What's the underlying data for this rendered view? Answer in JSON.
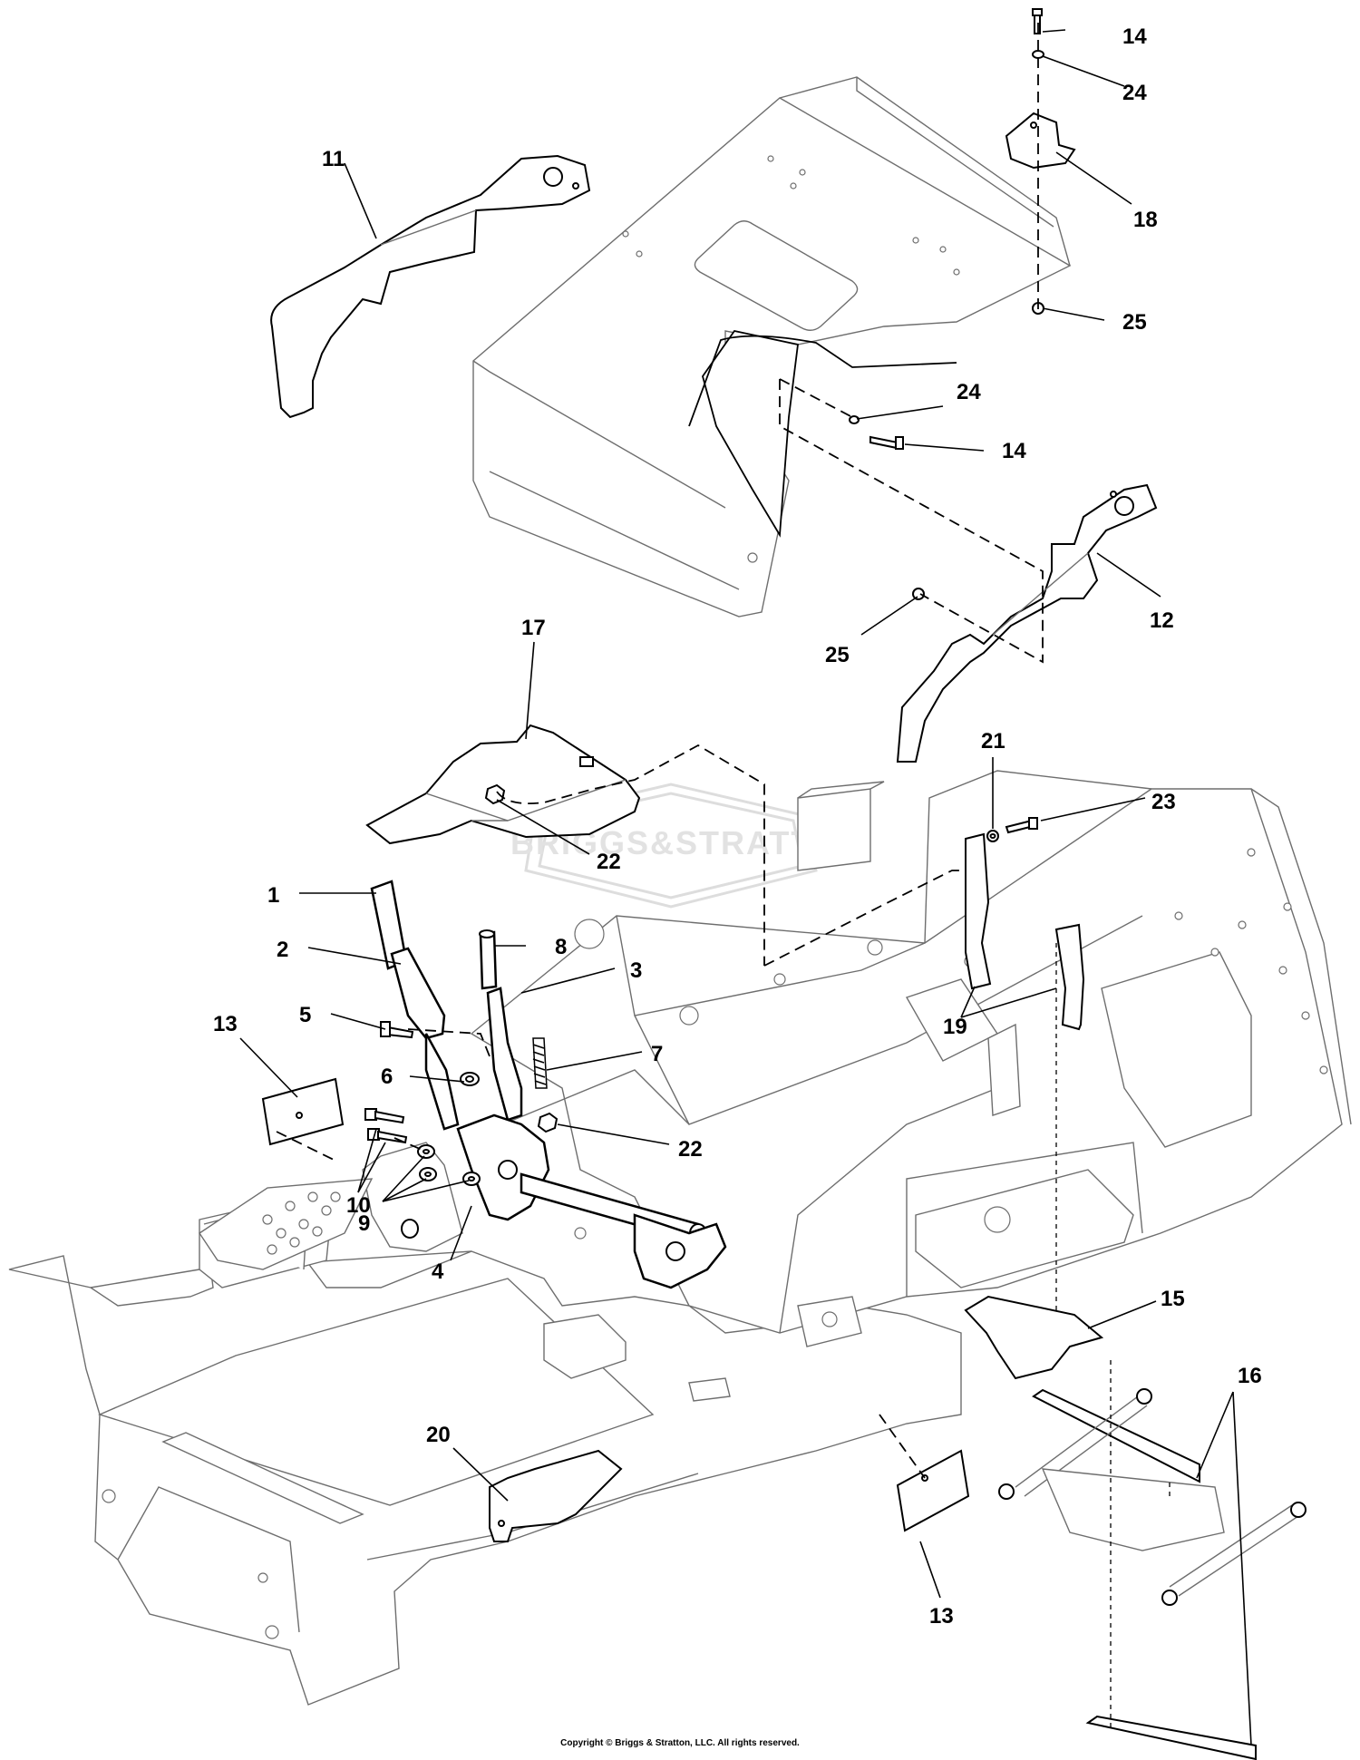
{
  "callouts": {
    "c1": "1",
    "c2": "2",
    "c3": "3",
    "c4": "4",
    "c5": "5",
    "c6": "6",
    "c7": "7",
    "c8": "8",
    "c9": "9",
    "c10": "10",
    "c11": "11",
    "c12": "12",
    "c13a": "13",
    "c13b": "13",
    "c14a": "14",
    "c14b": "14",
    "c15": "15",
    "c16": "16",
    "c17": "17",
    "c18": "18",
    "c19": "19",
    "c20": "20",
    "c21": "21",
    "c22a": "22",
    "c22b": "22",
    "c23": "23",
    "c24a": "24",
    "c24b": "24",
    "c25a": "25",
    "c25b": "25"
  },
  "watermark": {
    "text": "BRIGGS&STRATTON"
  },
  "footer": {
    "copyright": "Copyright © Briggs & Stratton, LLC. All rights reserved."
  }
}
